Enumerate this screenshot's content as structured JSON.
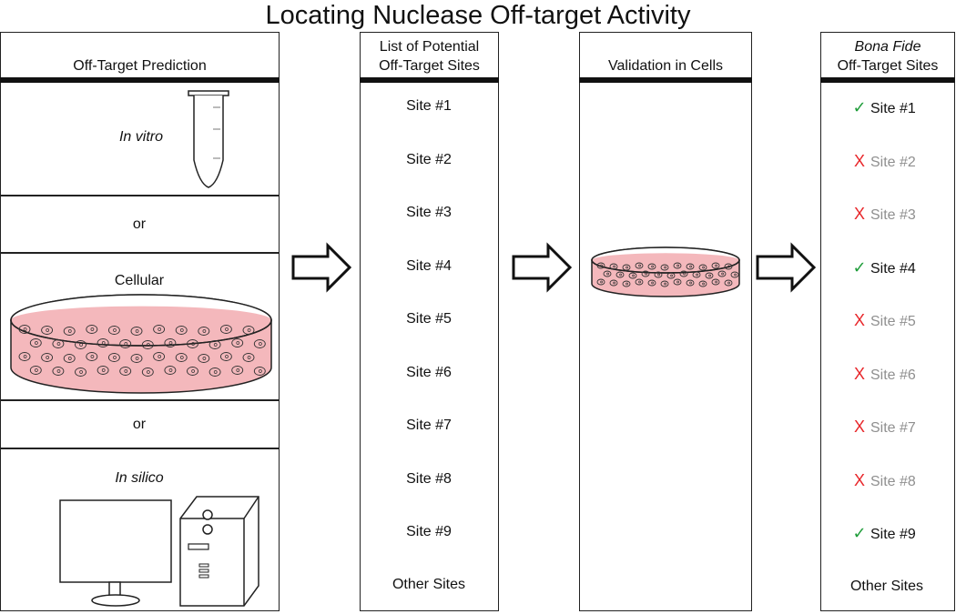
{
  "title": "Locating Nuclease Off-target Activity",
  "columns": {
    "prediction": {
      "header": "Off-Target Prediction",
      "in_vitro": "In vitro",
      "or1": "or",
      "cellular": "Cellular",
      "or2": "or",
      "in_silico": "In silico"
    },
    "potential": {
      "header_line1": "List of Potential",
      "header_line2": "Off-Target Sites",
      "sites": [
        "Site #1",
        "Site #2",
        "Site #3",
        "Site #4",
        "Site #5",
        "Site #6",
        "Site #7",
        "Site #8",
        "Site #9"
      ],
      "other": "Other Sites"
    },
    "validation": {
      "header": "Validation in Cells"
    },
    "bona_fide": {
      "header_line1": "Bona Fide",
      "header_line2": "Off-Target Sites",
      "sites": [
        {
          "mark": "✓",
          "status": "confirmed",
          "label": "Site #1"
        },
        {
          "mark": "X",
          "status": "rejected",
          "label": "Site #2"
        },
        {
          "mark": "X",
          "status": "rejected",
          "label": "Site #3"
        },
        {
          "mark": "✓",
          "status": "confirmed",
          "label": "Site #4"
        },
        {
          "mark": "X",
          "status": "rejected",
          "label": "Site #5"
        },
        {
          "mark": "X",
          "status": "rejected",
          "label": "Site #6"
        },
        {
          "mark": "X",
          "status": "rejected",
          "label": "Site #7"
        },
        {
          "mark": "X",
          "status": "rejected",
          "label": "Site #8"
        },
        {
          "mark": "✓",
          "status": "confirmed",
          "label": "Site #9"
        }
      ],
      "other": "Other Sites"
    }
  },
  "colors": {
    "confirmed": "#1f9d3a",
    "rejected": "#e8262a",
    "rejected_text": "#8f8f8f",
    "dish_fill": "#f4b8bc",
    "outline": "#222222"
  }
}
